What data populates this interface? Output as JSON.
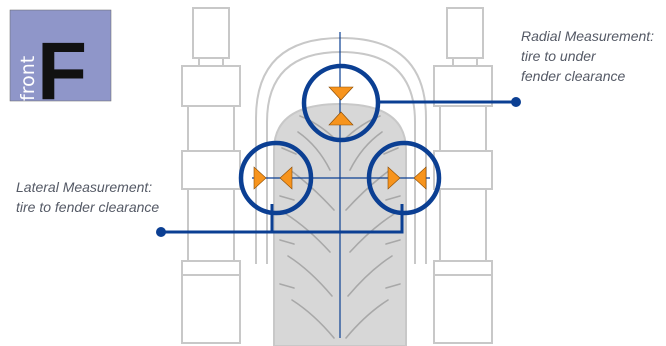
{
  "badge": {
    "vertical_text": "front",
    "letter": "F"
  },
  "callouts": {
    "radial": {
      "line1": "Radial Measurement:",
      "line2": "tire to under",
      "line3": "fender clearance"
    },
    "lateral": {
      "line1": "Lateral Measurement:",
      "line2": "tire to fender clearance"
    }
  },
  "colors": {
    "badge_bg": "#8f96c9",
    "accent_blue": "#0b3f93",
    "arrow_orange": "#f7941d",
    "fork_outline": "#c8c8c8",
    "tire_fill": "#d7d7d7",
    "tread": "#a8a8a8"
  }
}
